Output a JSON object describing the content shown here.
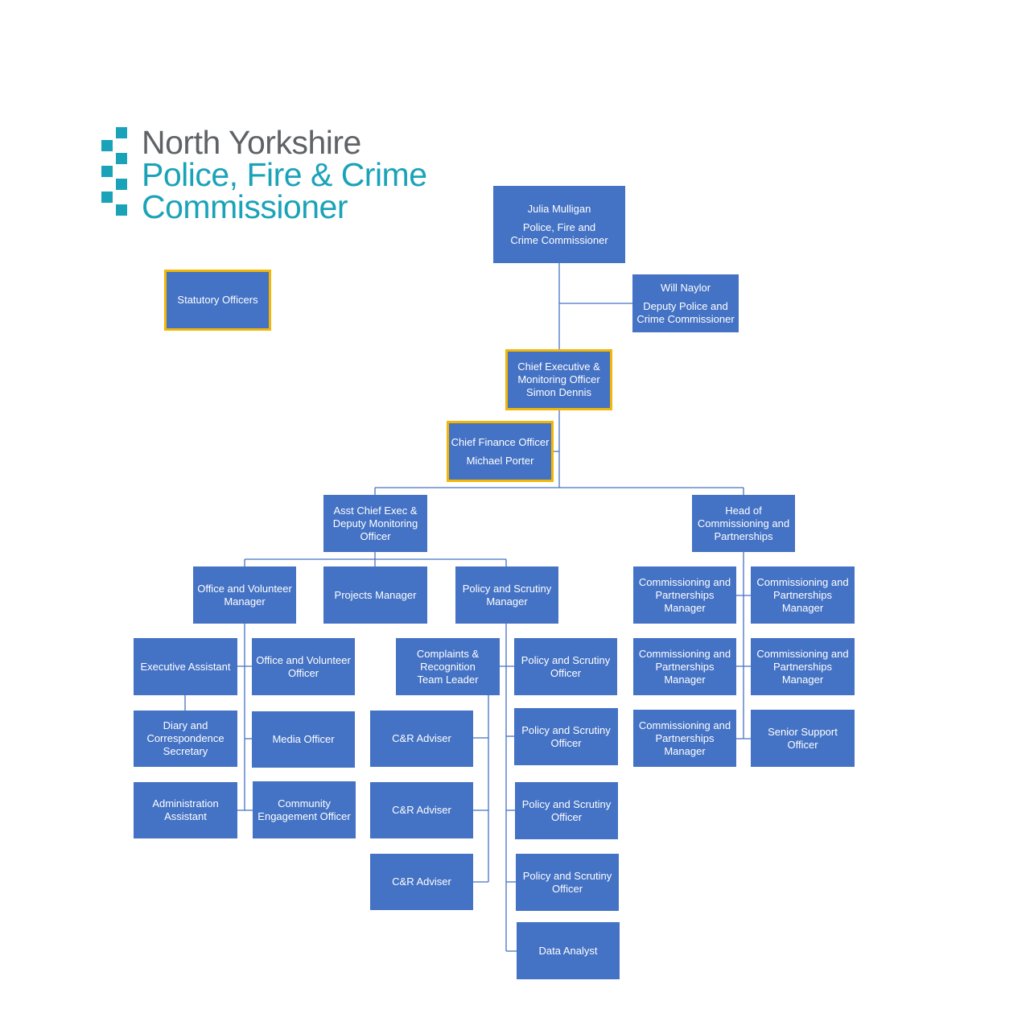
{
  "logo": {
    "line1": "North Yorkshire",
    "line2": "Police, Fire & Crime",
    "line3": "Commissioner",
    "colors": {
      "grey": "#5f6366",
      "teal": "#1aa3b8"
    }
  },
  "colors": {
    "box": "#4472c4",
    "statutory_border": "#f2b705",
    "connector": "#4472c4"
  },
  "legend": {
    "statutory_label": "Statutory Officers"
  },
  "nodes": {
    "commissioner": {
      "name": "Julia Mulligan",
      "title1": "Police, Fire and",
      "title2": "Crime Commissioner"
    },
    "deputy": {
      "name": "Will Naylor",
      "title1": "Deputy Police and",
      "title2": "Crime Commissioner"
    },
    "chief_exec": {
      "line1": "Chief Executive &",
      "line2": "Monitoring Officer",
      "line3": "Simon Dennis"
    },
    "cfo": {
      "title": "Chief Finance Officer",
      "name": "Michael Porter"
    },
    "asst_chief_exec": {
      "line1": "Asst Chief Exec &",
      "line2": "Deputy Monitoring",
      "line3": "Officer"
    },
    "head_commissioning": {
      "line1": "Head of",
      "line2": "Commissioning and",
      "line3": "Partnerships"
    },
    "office_vol_manager": {
      "line1": "Office and Volunteer",
      "line2": "Manager"
    },
    "projects_manager": {
      "line1": "Projects Manager"
    },
    "policy_scrutiny_manager": {
      "line1": "Policy and Scrutiny",
      "line2": "Manager"
    },
    "executive_assistant": {
      "line1": "Executive Assistant"
    },
    "office_vol_officer": {
      "line1": "Office and Volunteer",
      "line2": "Officer"
    },
    "diary_secretary": {
      "line1": "Diary and",
      "line2": "Correspondence",
      "line3": "Secretary"
    },
    "media_officer": {
      "line1": "Media Officer"
    },
    "admin_assistant": {
      "line1": "Administration",
      "line2": "Assistant"
    },
    "community_officer": {
      "line1": "Community",
      "line2": "Engagement Officer"
    },
    "complaints_leader": {
      "line1": "Complaints &",
      "line2": "Recognition",
      "line3": "Team Leader"
    },
    "cr_adviser_1": {
      "line1": "C&R Adviser"
    },
    "cr_adviser_2": {
      "line1": "C&R Adviser"
    },
    "cr_adviser_3": {
      "line1": "C&R Adviser"
    },
    "ps_officer_1": {
      "line1": "Policy and Scrutiny",
      "line2": "Officer"
    },
    "ps_officer_2": {
      "line1": "Policy and Scrutiny",
      "line2": "Officer"
    },
    "ps_officer_3": {
      "line1": "Policy and Scrutiny",
      "line2": "Officer"
    },
    "ps_officer_4": {
      "line1": "Policy and Scrutiny",
      "line2": "Officer"
    },
    "data_analyst": {
      "line1": "Data Analyst"
    },
    "cp_manager_1": {
      "line1": "Commissioning and",
      "line2": "Partnerships",
      "line3": "Manager"
    },
    "cp_manager_2": {
      "line1": "Commissioning and",
      "line2": "Partnerships",
      "line3": "Manager"
    },
    "cp_manager_3": {
      "line1": "Commissioning and",
      "line2": "Partnerships",
      "line3": "Manager"
    },
    "cp_manager_4": {
      "line1": "Commissioning and",
      "line2": "Partnerships",
      "line3": "Manager"
    },
    "cp_manager_5": {
      "line1": "Commissioning and",
      "line2": "Partnerships",
      "line3": "Manager"
    },
    "senior_support": {
      "line1": "Senior Support",
      "line2": "Officer"
    }
  }
}
